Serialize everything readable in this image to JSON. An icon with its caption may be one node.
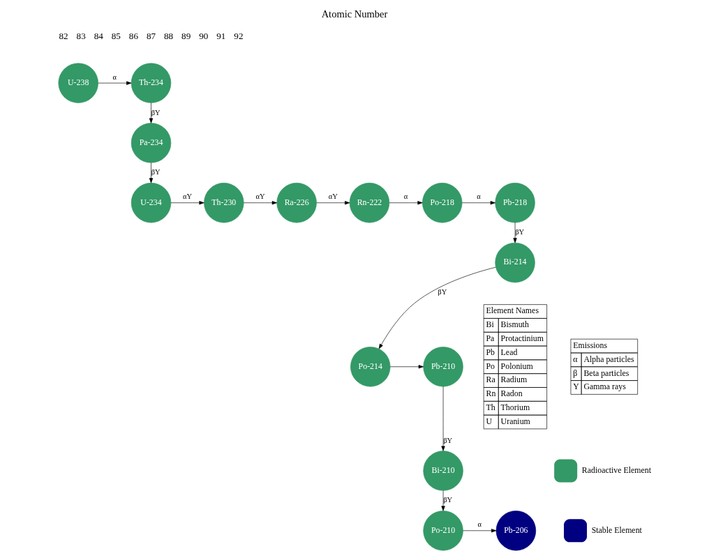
{
  "diagram": {
    "title": "Atomic Number",
    "nodes": [
      {
        "text": [
          "Th-234"
        ]
      },
      {
        "text": [
          "U-238"
        ]
      },
      {
        "text": [
          "Pa-234"
        ]
      },
      {
        "text": [
          "Pb-218"
        ]
      },
      {
        "text": [
          "Po-218"
        ]
      },
      {
        "text": [
          "Rn-222"
        ]
      },
      {
        "text": [
          "Ra-226"
        ]
      },
      {
        "text": [
          "Th-230"
        ]
      },
      {
        "text": [
          "U-234"
        ]
      },
      {
        "text": [
          "Bi-214"
        ]
      },
      {
        "text": [
          "Pb-210"
        ]
      },
      {
        "text": [
          "Po-214"
        ]
      },
      {
        "text": [
          "Bi-210"
        ]
      },
      {
        "text": [
          "Pb-206"
        ]
      },
      {
        "text": [
          "Po-210"
        ]
      }
    ],
    "edges": [
      {
        "from": 1,
        "to": 0,
        "arrow": "to",
        "label": "α"
      },
      {
        "from": 0,
        "to": 2,
        "arrow": "to",
        "label": "βY"
      },
      {
        "from": 2,
        "to": 8,
        "arrow": "to",
        "label": "βY"
      },
      {
        "from": 8,
        "to": 7,
        "arrow": "to",
        "label": "αY"
      },
      {
        "from": 7,
        "to": 6,
        "arrow": "to",
        "label": "αY"
      },
      {
        "from": 6,
        "to": 5,
        "arrow": "to",
        "label": "αY"
      },
      {
        "from": 5,
        "to": 4,
        "arrow": "to",
        "label": "α"
      },
      {
        "from": 4,
        "to": 3,
        "arrow": "to",
        "label": "α"
      },
      {
        "from": 3,
        "to": 9,
        "arrow": "to",
        "label": "βY"
      },
      {
        "from": 9,
        "to": 11,
        "arrow": "to",
        "label": "βY"
      },
      {
        "from": 11,
        "to": 10,
        "arrow": "to"
      },
      {
        "from": 10,
        "to": 12,
        "arrow": "to",
        "label": "βY"
      },
      {
        "from": 12,
        "to": 14,
        "arrow": "to",
        "label": "βY"
      },
      {
        "from": 14,
        "to": 13,
        "arrow": "to",
        "label": "α"
      }
    ],
    "labels": [
      "82",
      "83",
      "84",
      "85",
      "86",
      "87",
      "88",
      "89",
      "90",
      "91",
      "92",
      "Element Names",
      "Bi",
      "Bismuth",
      "Pa",
      "Protactinium",
      "Pb",
      "Lead",
      "Po",
      "Polonium",
      "Ra",
      "Radium",
      "Rn",
      "Radon",
      "Th",
      "Thorium",
      "U",
      "Uranium",
      "Emissions",
      "α",
      "Alpha particles",
      "β",
      "Beta particles",
      "Y",
      "Gamma rays"
    ],
    "legend": [
      {
        "text": "Radioactive Element",
        "color": "#339966"
      },
      {
        "text": "Stable Element",
        "color": "#000080"
      }
    ]
  }
}
